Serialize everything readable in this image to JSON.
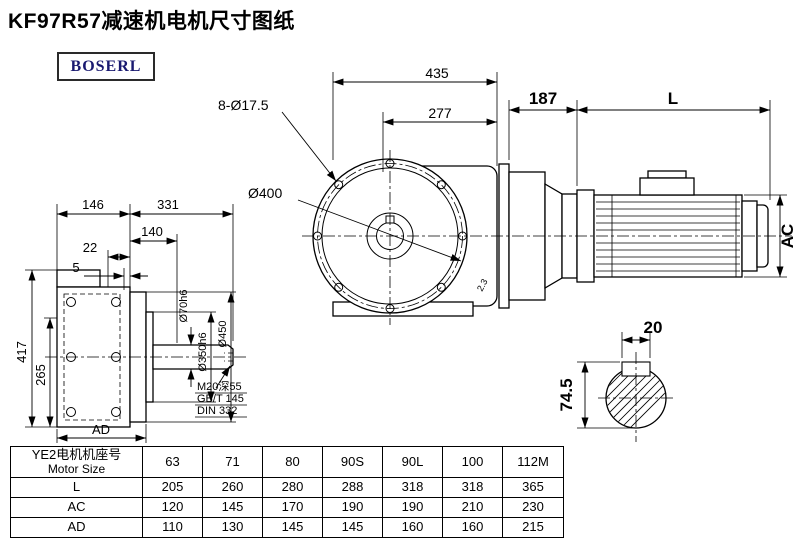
{
  "page": {
    "title": "KF97R57减速机电机尺寸图纸",
    "logo": "BOSERL"
  },
  "colors": {
    "logo_text": "#191970",
    "line": "#000000",
    "background": "#ffffff"
  },
  "front_view": {
    "dim_width_total": "435",
    "dim_width_partial": "277",
    "bolt_holes_note": "8-Ø17.5",
    "flange_diameter": "Ø400",
    "surface_mark": "2.3"
  },
  "motor_view": {
    "dim_gearbox_to_motor": "187",
    "dim_motor_length": "L",
    "dim_motor_diameter": "AC"
  },
  "shaft_section": {
    "key_width": "20",
    "key_height": "74.5"
  },
  "side_view": {
    "dim_146": "146",
    "dim_331": "331",
    "dim_140": "140",
    "dim_22": "22",
    "dim_5": "5",
    "dim_height": "417",
    "dim_265": "265",
    "dim_ad": "AD",
    "dia_shaft": "Ø70h6",
    "dia_spigot": "Ø350h6",
    "dia_flange": "Ø450",
    "note_tap": "M20深55",
    "note_std1": "GB/T 145",
    "note_std2": "DIN 332"
  },
  "table": {
    "header_cn": "YE2电机机座号",
    "header_en": "Motor Size",
    "columns": [
      "63",
      "71",
      "80",
      "90S",
      "90L",
      "100",
      "112M"
    ],
    "rows": [
      {
        "label": "L",
        "values": [
          "205",
          "260",
          "280",
          "288",
          "318",
          "318",
          "365"
        ]
      },
      {
        "label": "AC",
        "values": [
          "120",
          "145",
          "170",
          "190",
          "190",
          "210",
          "230"
        ]
      },
      {
        "label": "AD",
        "values": [
          "110",
          "130",
          "145",
          "145",
          "160",
          "160",
          "215"
        ]
      }
    ]
  }
}
